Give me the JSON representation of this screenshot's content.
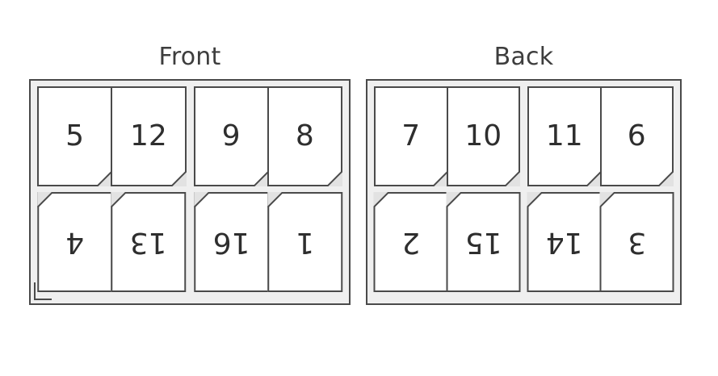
{
  "diagram": {
    "type": "imposition-layout",
    "sheet_count": 2,
    "pages_per_sheet": 8,
    "total_pages": 16,
    "rows_per_sheet": 2,
    "columns_per_sheet": 4
  },
  "colors": {
    "sheet_border": "#4a4a4a",
    "sheet_background": "#efefef",
    "page_background": "#ffffff",
    "page_border": "#4a4a4a",
    "page_number_text": "#2e2e2e",
    "title_text": "#3d3d3d",
    "fold_fill": "#e2e2e2",
    "fold_line": "#4a4a4a",
    "canvas_background": "#ffffff"
  },
  "sheets": [
    {
      "id": "front",
      "title": "Front",
      "has_registration_mark": true,
      "registration_mark_corner": "bottom-left",
      "rows": [
        {
          "id": "front-top",
          "orientation": "upright",
          "fold_corner": "bottom-right",
          "pages": [
            "5",
            "12",
            "9",
            "8"
          ]
        },
        {
          "id": "front-bottom",
          "orientation": "rotated-180",
          "fold_corner": "top-left",
          "pages": [
            "4",
            "13",
            "16",
            "1"
          ]
        }
      ]
    },
    {
      "id": "back",
      "title": "Back",
      "has_registration_mark": false,
      "registration_mark_corner": "",
      "rows": [
        {
          "id": "back-top",
          "orientation": "upright",
          "fold_corner": "bottom-right",
          "pages": [
            "7",
            "10",
            "11",
            "6"
          ]
        },
        {
          "id": "back-bottom",
          "orientation": "rotated-180",
          "fold_corner": "top-left",
          "pages": [
            "2",
            "15",
            "14",
            "3"
          ]
        }
      ]
    }
  ]
}
